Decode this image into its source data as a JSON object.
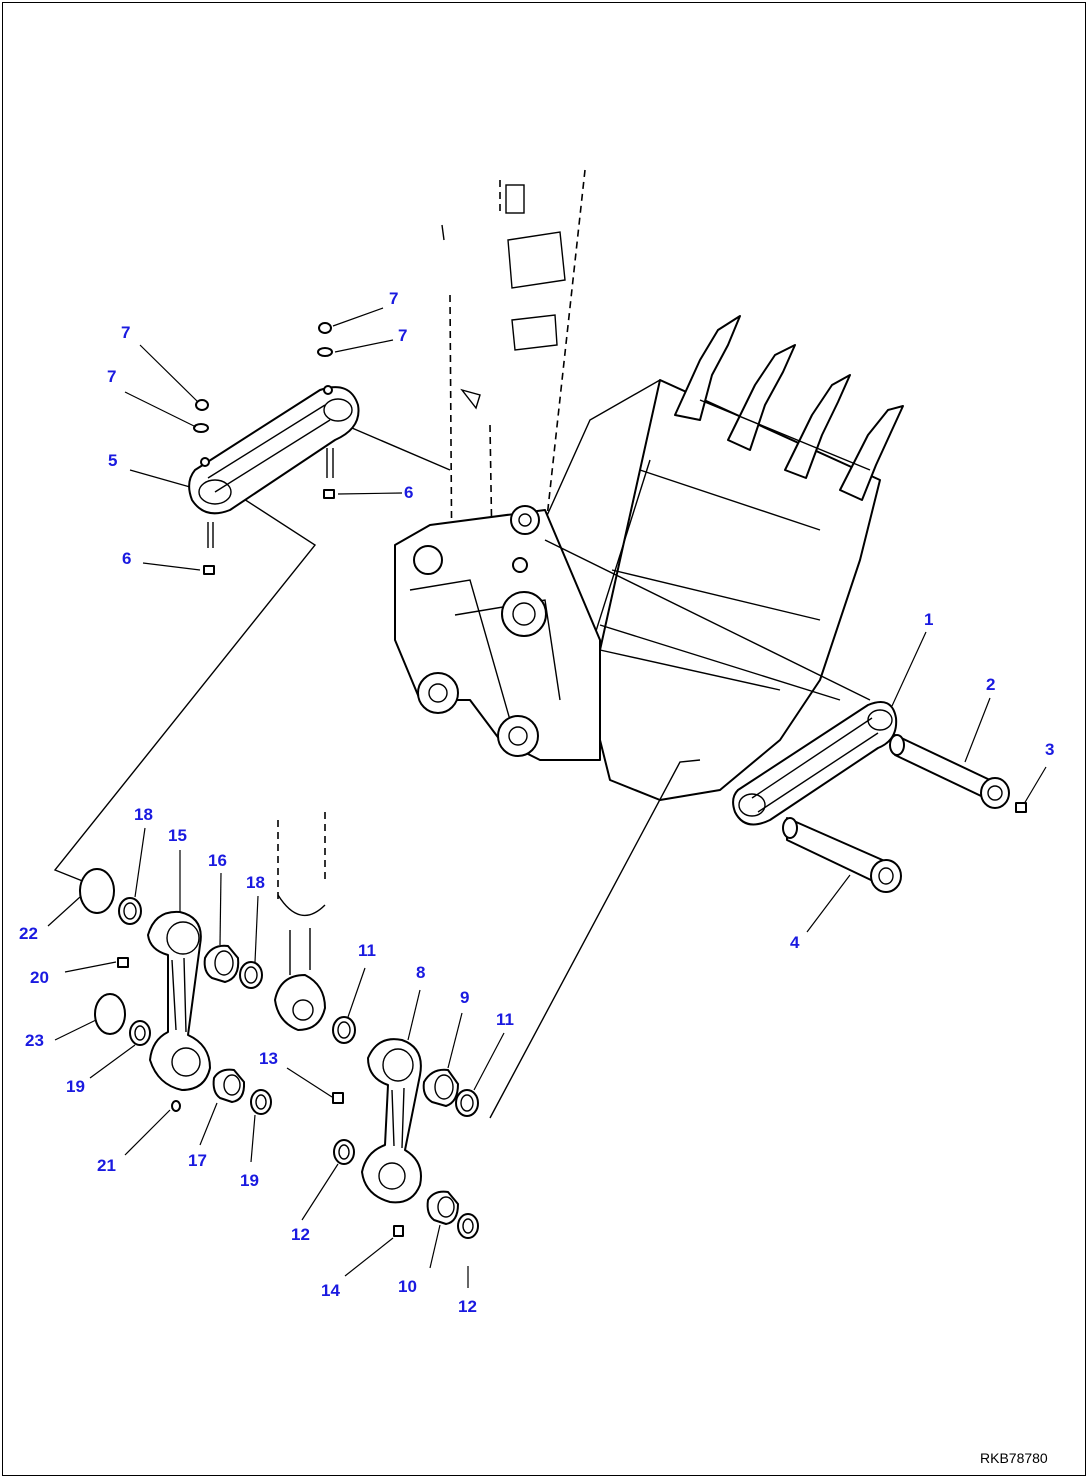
{
  "drawing_code": "RKB78780",
  "callout_color": "#1a1ae0",
  "callouts": [
    {
      "id": "c1",
      "label": "1"
    },
    {
      "id": "c2",
      "label": "2"
    },
    {
      "id": "c3",
      "label": "3"
    },
    {
      "id": "c4",
      "label": "4"
    },
    {
      "id": "c5",
      "label": "5"
    },
    {
      "id": "c6a",
      "label": "6"
    },
    {
      "id": "c6b",
      "label": "6"
    },
    {
      "id": "c7a",
      "label": "7"
    },
    {
      "id": "c7b",
      "label": "7"
    },
    {
      "id": "c7c",
      "label": "7"
    },
    {
      "id": "c7d",
      "label": "7"
    },
    {
      "id": "c8",
      "label": "8"
    },
    {
      "id": "c9",
      "label": "9"
    },
    {
      "id": "c10",
      "label": "10"
    },
    {
      "id": "c11a",
      "label": "11"
    },
    {
      "id": "c11b",
      "label": "11"
    },
    {
      "id": "c12a",
      "label": "12"
    },
    {
      "id": "c12b",
      "label": "12"
    },
    {
      "id": "c13",
      "label": "13"
    },
    {
      "id": "c14",
      "label": "14"
    },
    {
      "id": "c15",
      "label": "15"
    },
    {
      "id": "c16",
      "label": "16"
    },
    {
      "id": "c17",
      "label": "17"
    },
    {
      "id": "c18a",
      "label": "18"
    },
    {
      "id": "c18b",
      "label": "18"
    },
    {
      "id": "c19a",
      "label": "19"
    },
    {
      "id": "c19b",
      "label": "19"
    },
    {
      "id": "c20",
      "label": "20"
    },
    {
      "id": "c21",
      "label": "21"
    },
    {
      "id": "c22",
      "label": "22"
    },
    {
      "id": "c23",
      "label": "23"
    }
  ]
}
